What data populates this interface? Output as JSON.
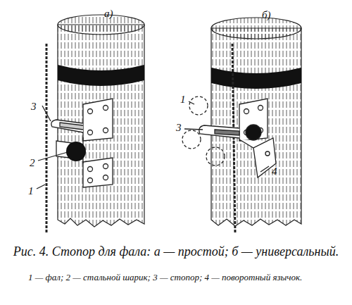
{
  "diagram": {
    "caption": "Рис. 4. Стопор для фала: а — простой; б — универсальный.",
    "labels": [
      "а)",
      "3",
      "2",
      "1",
      "б)",
      "1",
      "3",
      "4",
      "1 — фал; 2 — стальной шарик; 3 — стопор; 4 — поворотный язычок."
    ]
  }
}
